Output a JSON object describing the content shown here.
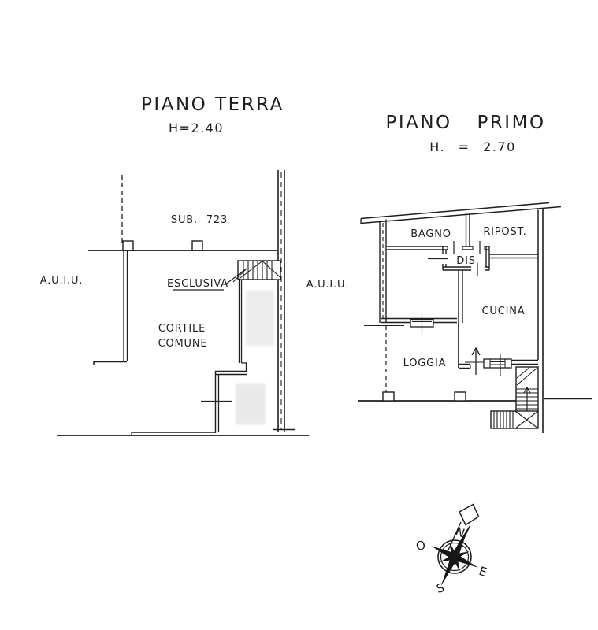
{
  "document": {
    "type_label": "floor plan drawing",
    "paper_color": "#ffffff",
    "line_color": "#1e1e1e",
    "erased_area_color": "#ececec"
  },
  "ground_floor": {
    "title": "PIANO TERRA",
    "height_label": "H=2.40",
    "sub_label": "SUB. 723",
    "left_area_label": "A.U.I.U.",
    "right_area_label": "A.U.I.U.",
    "stairs_label": "ESCLUSIVA",
    "courtyard_label_line1": "CORTILE",
    "courtyard_label_line2": "COMUNE"
  },
  "first_floor": {
    "title": "PIANO PRIMO",
    "height_label": "H. = 2.70",
    "rooms": {
      "bathroom": "BAGNO",
      "storage": "RIPOST.",
      "hallway": "DIS.",
      "kitchen": "CUCINA",
      "loggia": "LOGGIA"
    }
  },
  "compass": {
    "north": "N",
    "west": "O",
    "east": "E",
    "south": "S"
  }
}
